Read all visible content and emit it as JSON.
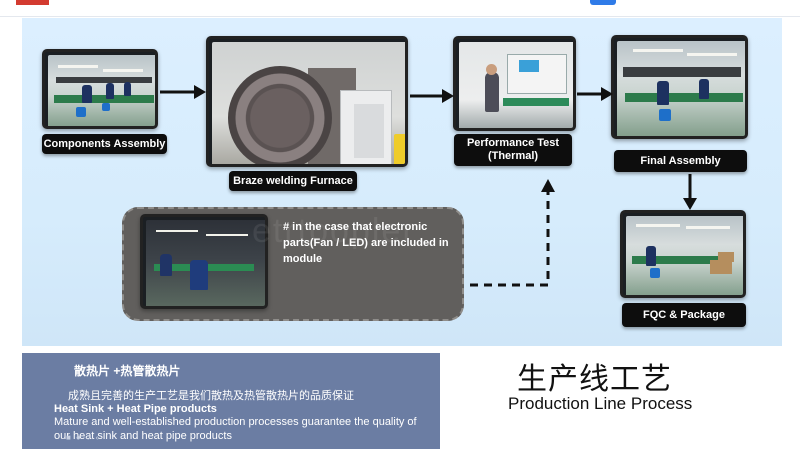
{
  "steps": {
    "components_assembly": "Components Assembly",
    "braze_welding": "Braze welding Furnace",
    "performance_test_line1": "Performance Test",
    "performance_test_line2": "(Thermal)",
    "final_assembly": "Final Assembly",
    "fqc_package": "FQC & Package"
  },
  "module_note": "# in the case that electronic parts(Fan / LED) are included in module",
  "watermark": "etrtoopler",
  "summary": {
    "cn_title": "散热片 +热管散热片",
    "cn_line": "成熟且完善的生产工艺是我们散热及热管散热片的品质保证",
    "en_title": "Heat Sink + Heat Pipe products",
    "en_line": "Mature and well-established production processes guarantee the quality of our heat sink and heat pipe products"
  },
  "heading": {
    "cn": "生产线工艺",
    "en": "Production Line Process"
  },
  "toolbar_icons": [
    "video-icon",
    "comment-icon",
    "share-icon",
    "back-icon"
  ],
  "colors": {
    "panel_bg": "#d6ecfc",
    "label_bg": "#0d0d0d",
    "summary_bg": "#6b7da3",
    "module_bg": "#5d5a57"
  }
}
